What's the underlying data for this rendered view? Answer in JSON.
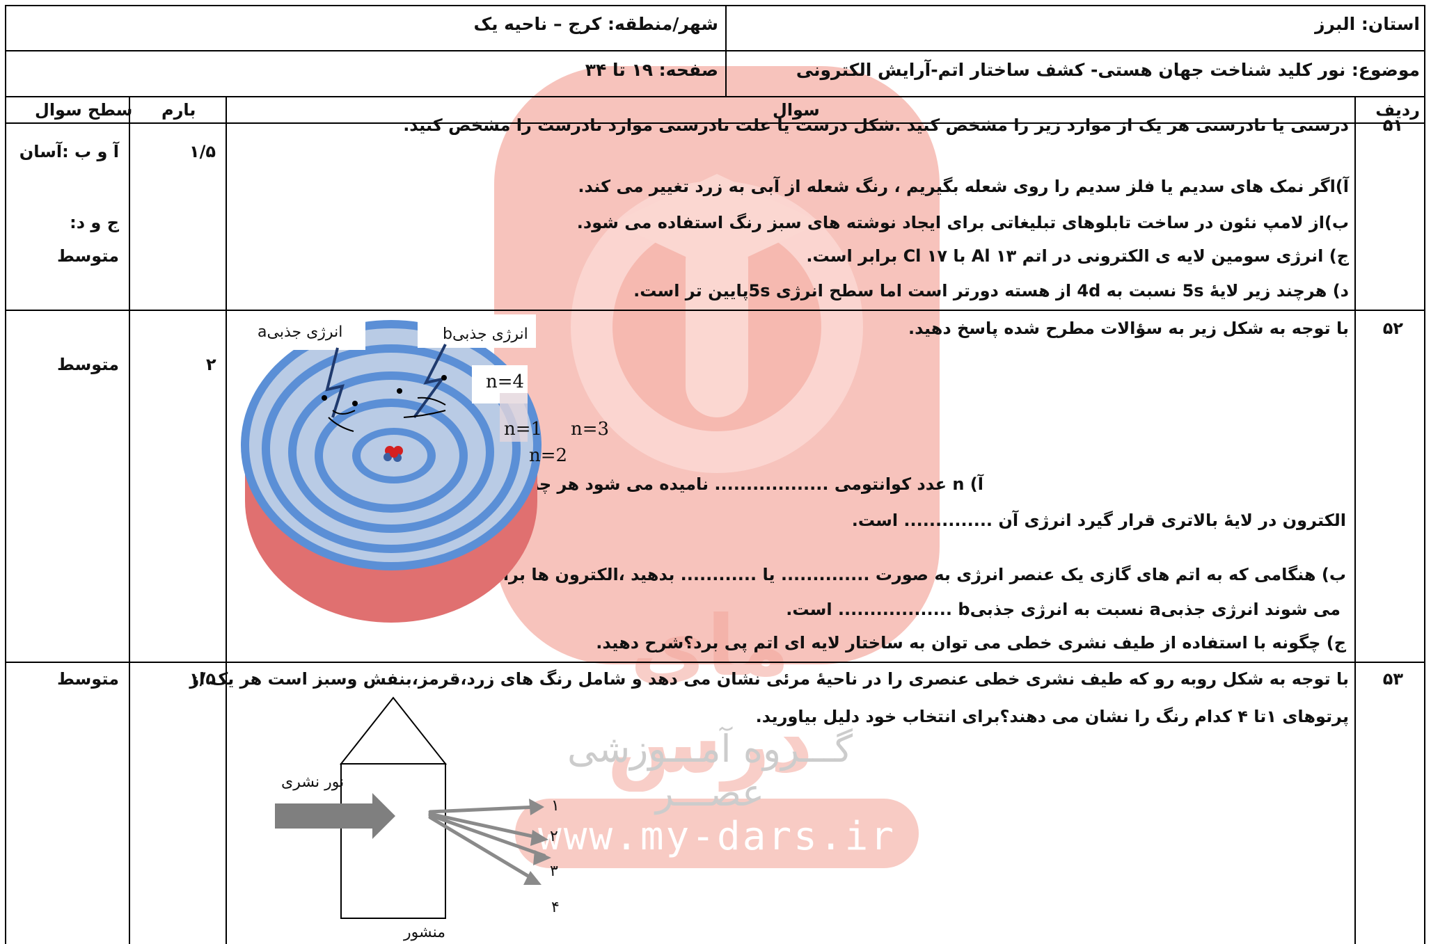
{
  "header": {
    "province": "استان: البرز",
    "city": "شهر/منطقه: کرج – ناحیه یک",
    "topic": "موضوع:  نور کلید شناخت جهان هستی- کشف ساختار اتم-آرایش الکترونی",
    "page": "صفحه: ۱۹ تا ۳۴"
  },
  "columns": {
    "row": "ردیف",
    "question": "سوال",
    "score": "بارم",
    "level": "سطح سوال"
  },
  "watermark": {
    "site": "www.my-dars.ir",
    "brand": "گـــروه آمـــوزشی عصـــر",
    "logo": "مای درس"
  },
  "questions": [
    {
      "num": "۵۱",
      "score": "۱/۵",
      "level": [
        "آ و ب :آسان",
        "ج و د:",
        "متوسط"
      ],
      "lines": [
        "درستی یا نادرستی هر یک از موارد زیر را مشخص کنید .شکل درست یا علت نادرستی موارد نادرست را مشخص کنید.",
        "آ)اگر نمک های سدیم یا فلز سدیم را روی شعله بگیریم ، رنگ شعله از آبی به زرد تغییر می کند.",
        "ب)از لامپ نئون در ساخت تابلوهای تبلیغاتی برای ایجاد نوشته های سبز رنگ استفاده می شود.",
        "ج) انرژی سومین لایه ی الکترونی در اتم Al ۱۳ با Cl ۱۷ برابر است.",
        "د) هرچند زیر لایهٔ  5s نسبت به 4d از هسته دورتر است اما سطح انرژی 5sپایین تر است."
      ]
    },
    {
      "num": "۵۲",
      "score": "۲",
      "level": [
        "متوسط"
      ],
      "lines": [
        "با توجه به شکل زیر به سؤالات مطرح شده پاسخ دهید.",
        "آ) n عدد کوانتومی .................. نامیده می شود هر چه",
        "الکترون در لایهٔ بالاتری قرار گیرد انرژی آن .............. است.",
        "ب) هنگامی که به اتم های گازی یک عنصر انرژی به صورت .............. یا ............ بدهید ،الکترون ها برانگیخته",
        "می شوند انرژی جذبیa نسبت به انرژی جذبیb .................. است.",
        "ج) چگونه با استفاده از طیف نشری خطی می توان به ساختار لایه ای اتم پی برد؟شرح دهید."
      ],
      "figure": {
        "labels": [
          "انرژی جذبیa",
          "انرژی جذبیb",
          "n=4",
          "n=1",
          "n=3",
          "n=2"
        ],
        "colors": {
          "ring": "#5b8fd6",
          "gap": "#b9cbe5",
          "base": "#e07070",
          "nucleus": "#d42020"
        }
      }
    },
    {
      "num": "۵۳",
      "score": "۱/۵",
      "level": [
        "متوسط"
      ],
      "lines": [
        "با توجه به شکل روبه رو که طیف نشری خطی عنصری را در ناحیهٔ مرئی نشان می دهد و شامل رنگ های زرد،قرمز،بنفش وسبز است هر یک از",
        "پرتوهای ۱تا ۴ کدام رنگ را نشان می دهند؟برای انتخاب خود دلیل بیاورید."
      ],
      "figure": {
        "labels": [
          "نور نشری",
          "منشور",
          "۱",
          "۲",
          "۳",
          "۴"
        ],
        "arrow_color": "#8a8a8a"
      }
    }
  ]
}
